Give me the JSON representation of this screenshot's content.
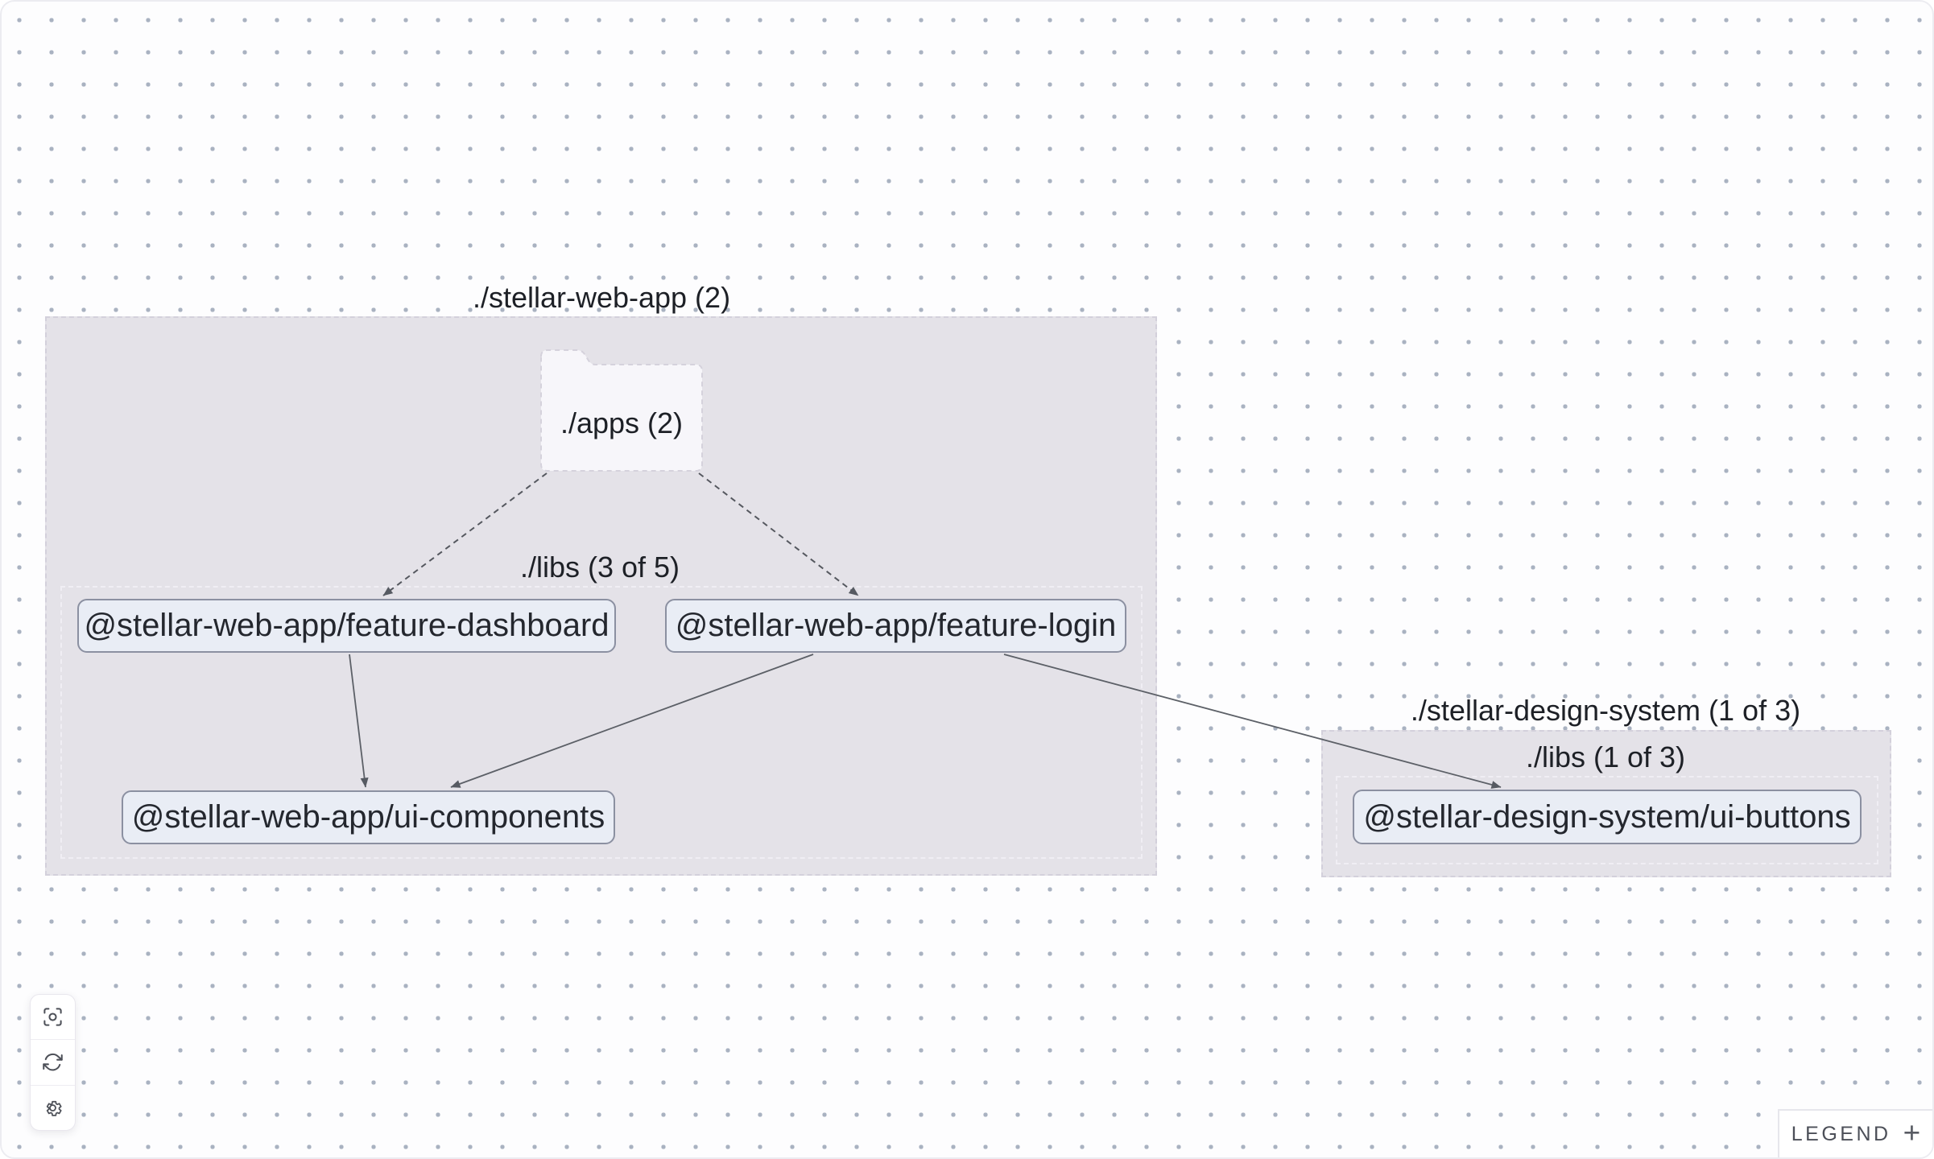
{
  "app": {
    "type": "project-dependency-graph-viewer"
  },
  "groups": {
    "stellar_web_app": {
      "label": "./stellar-web-app (2)"
    },
    "stellar_web_app_libs": {
      "label": "./libs (3 of 5)"
    },
    "stellar_design_system": {
      "label": "./stellar-design-system (1 of 3)"
    },
    "stellar_design_system_libs": {
      "label": "./libs (1 of 3)"
    }
  },
  "folder": {
    "label": "./apps (2)"
  },
  "nodes": [
    {
      "label": "@stellar-web-app/feature-dashboard"
    },
    {
      "label": "@stellar-web-app/feature-login"
    },
    {
      "label": "@stellar-web-app/ui-components"
    },
    {
      "label": "@stellar-design-system/ui-buttons"
    }
  ],
  "edges": [
    {
      "source": "./apps",
      "target": "@stellar-web-app/feature-dashboard",
      "style": "dashed"
    },
    {
      "source": "./apps",
      "target": "@stellar-web-app/feature-login",
      "style": "dashed"
    },
    {
      "source": "@stellar-web-app/feature-dashboard",
      "target": "@stellar-web-app/ui-components",
      "style": "solid"
    },
    {
      "source": "@stellar-web-app/feature-login",
      "target": "@stellar-web-app/ui-components",
      "style": "solid"
    },
    {
      "source": "@stellar-web-app/feature-login",
      "target": "@stellar-design-system/ui-buttons",
      "style": "solid"
    }
  ],
  "toolbar": {
    "buttons": [
      {
        "icon": "focus-icon"
      },
      {
        "icon": "refresh-icon"
      },
      {
        "icon": "settings-icon"
      }
    ]
  },
  "legend": {
    "label": "LEGEND",
    "expand_symbol": "+"
  },
  "colors": {
    "canvas_background": "#fdfdfe",
    "dot": "#a9b2c1",
    "group_fill": "#e4e2e8",
    "group_border": "#d3d0db",
    "subgroup_border": "#f0eef4",
    "folder_fill": "#f7f6fa",
    "node_fill": "#e9edf5",
    "node_border": "#8b90a1",
    "edge": "#55585f",
    "text": "#1d2026"
  }
}
